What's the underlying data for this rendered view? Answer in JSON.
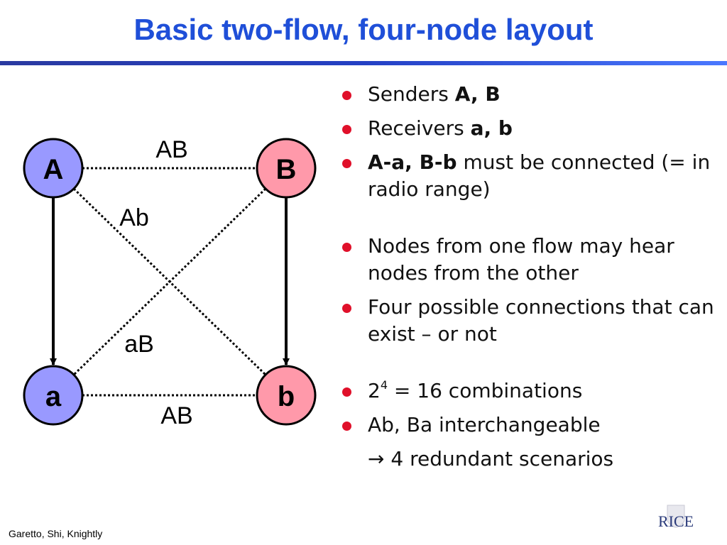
{
  "slide": {
    "title": "Basic two-flow, four-node layout",
    "footer": "Garetto, Shi, Knightly",
    "logo_text": "RICE"
  },
  "diagram": {
    "nodes": {
      "A": {
        "label": "A",
        "color": "#9999ff"
      },
      "B": {
        "label": "B",
        "color": "#ff99aa"
      },
      "a": {
        "label": "a",
        "color": "#9999ff"
      },
      "b": {
        "label": "b",
        "color": "#ff99aa"
      }
    },
    "edge_labels": {
      "top": "AB",
      "diag_Ab": "Ab",
      "diag_aB": "aB",
      "bottom": "AB"
    }
  },
  "bullets": [
    {
      "prefix": "Senders ",
      "bold": "A, B",
      "suffix": ""
    },
    {
      "prefix": "Receivers ",
      "bold": "a, b",
      "suffix": ""
    },
    {
      "prefix": "",
      "bold": "A-a, B-b",
      "suffix": " must be connected (= in radio range)"
    },
    {
      "text": "Nodes from one flow may hear nodes from the other"
    },
    {
      "text": "Four possible connections that can exist – or not"
    },
    {
      "base": "2",
      "sup": "4",
      "rest": " = 16 combinations"
    },
    {
      "text": "Ab, Ba interchangeable"
    }
  ],
  "continuation": "→ 4 redundant scenarios",
  "colors": {
    "title": "#1f4fd8",
    "bullet_dot": "#e0102a",
    "sender_node": "#9999ff",
    "receiver_node": "#ff99aa"
  }
}
